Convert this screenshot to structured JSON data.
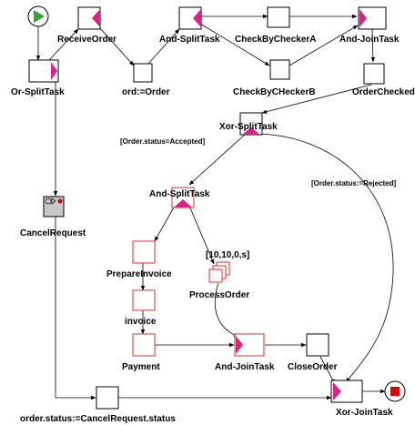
{
  "tasks": {
    "receive_order": "ReceiveOrder",
    "and_split_top": "And-SplitTask",
    "check_a": "CheckByCheckerA",
    "and_join_top": "And-JoinTask",
    "or_split": "Or-SplitTask",
    "ord_order": "ord:=Order",
    "check_b": "CheckByCHeckerB",
    "order_checked": "OrderChecked",
    "xor_split": "Xor-SplitTask",
    "and_split_mid": "And-SplitTask",
    "cancel_request": "CancelRequest",
    "prepare_invoice": "PrepareInvoice",
    "process_order": "ProcessOrder",
    "invoice": "invoice",
    "payment": "Payment",
    "and_join_bottom": "And-JoinTask",
    "close_order": "CloseOrder",
    "order_status": "order.status:=CancelRequest.status",
    "xor_join": "Xor-JoinTask"
  },
  "conditions": {
    "accepted": "[Order.status=Accepted]",
    "rejected": "[Order.status:=Rejected]",
    "multi_instance": "[10,10,0,s]"
  },
  "colors": {
    "start": "#2fa82f",
    "end": "#e00000",
    "split_marker": "#e0208a",
    "atomic_border_red": "#e03030",
    "cancel_fill": "#c8c8c8"
  }
}
